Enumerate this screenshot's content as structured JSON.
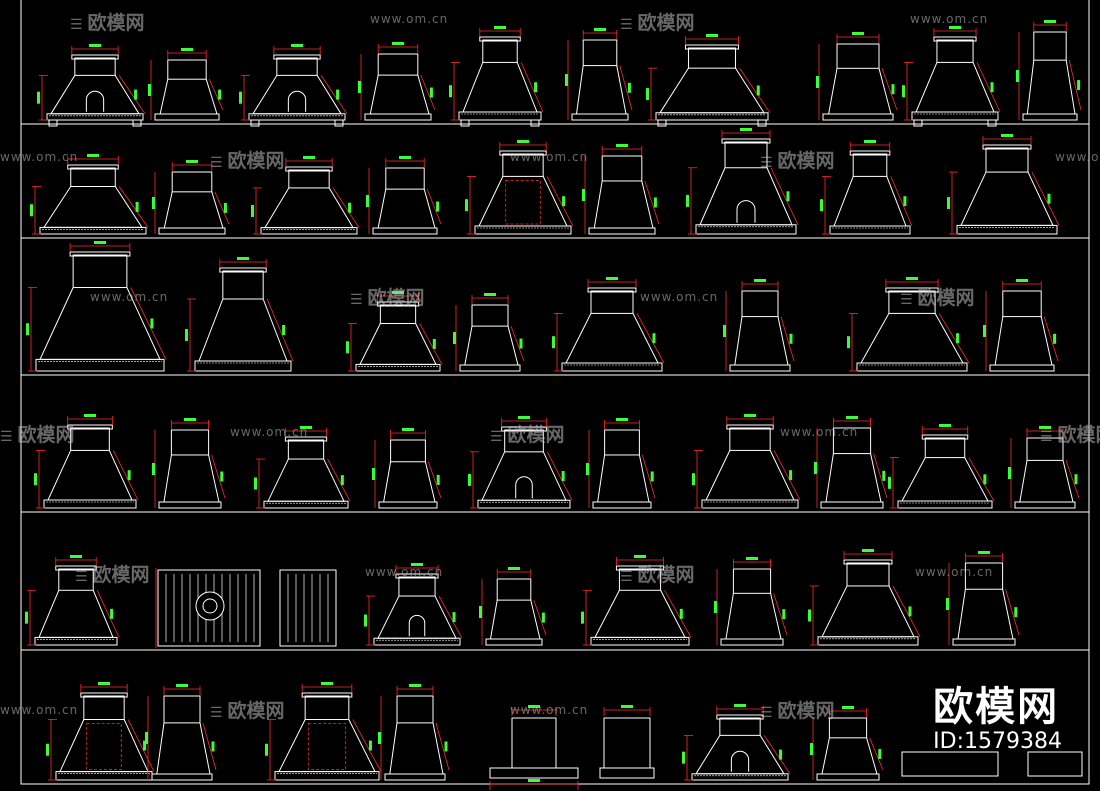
{
  "watermarks": {
    "site": "www.om.cn",
    "logo": "欧模网"
  },
  "brand": {
    "logo": "欧模网",
    "id_text": "ID:1579384"
  },
  "colors": {
    "background": "#000000",
    "lines": "#ffffff",
    "dimensions": "#ff2a2a",
    "dimension_text": "#39ff39",
    "watermark": "#bcbcbc"
  },
  "icons": {
    "logo_mark": "sofa-icon"
  }
}
